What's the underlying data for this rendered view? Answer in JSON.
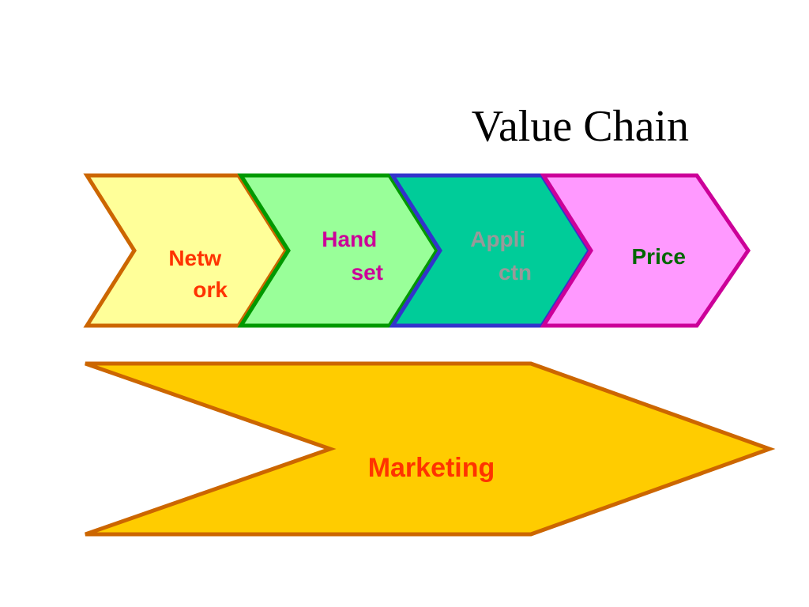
{
  "slide": {
    "title": "Value Chain"
  },
  "chain": [
    {
      "id": "network",
      "lines": [
        "Netw",
        "ork"
      ],
      "fill": "#FFFF99",
      "stroke": "#CC6600",
      "text_color": "#FF3300"
    },
    {
      "id": "handset",
      "lines": [
        "Hand",
        "set"
      ],
      "fill": "#99FF99",
      "stroke": "#009900",
      "text_color": "#CC0099"
    },
    {
      "id": "application",
      "lines": [
        "Appli",
        "ctn"
      ],
      "fill": "#00CC99",
      "stroke": "#3333CC",
      "text_color": "#999999"
    },
    {
      "id": "price",
      "lines": [
        "Price"
      ],
      "fill": "#FF99FF",
      "stroke": "#CC0099",
      "text_color": "#006600"
    }
  ],
  "band": {
    "label": "Marketing",
    "fill": "#FFCC00",
    "stroke": "#CC6600",
    "text_color": "#FF3300"
  }
}
